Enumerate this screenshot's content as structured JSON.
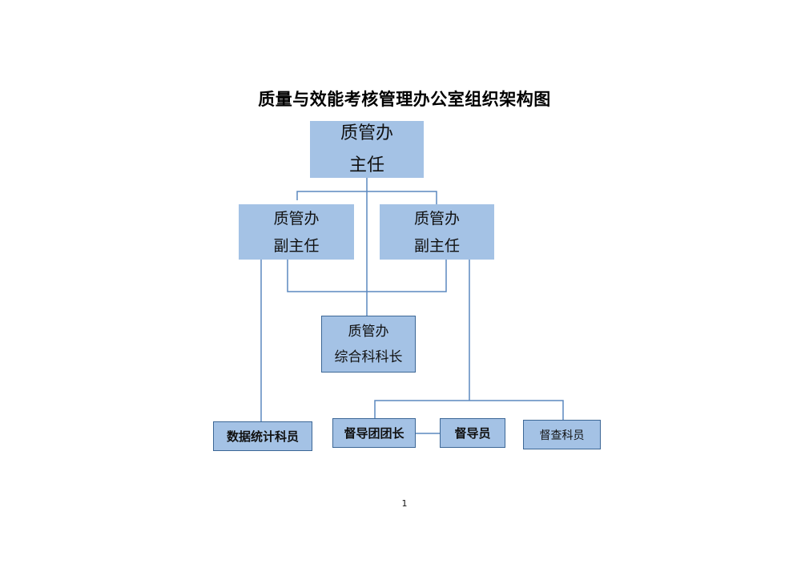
{
  "document": {
    "title": "质量与效能考核管理办公室组织架构图",
    "page_number": "1"
  },
  "org": {
    "director": [
      "质管办",
      "主任"
    ],
    "deputy_left": [
      "质管办",
      "副主任"
    ],
    "deputy_right": [
      "质管办",
      "副主任"
    ],
    "general_section_chief": [
      "质管办",
      "综合科科长"
    ],
    "data_statistician": "数据统计科员",
    "supervision_team_leader": "督导团团长",
    "supervisor": "督导员",
    "inspection_clerk": "督查科员"
  },
  "colors": {
    "box_fill": "#a4c2e5",
    "box_border": "#3c6796",
    "connector": "#5b88bf"
  }
}
